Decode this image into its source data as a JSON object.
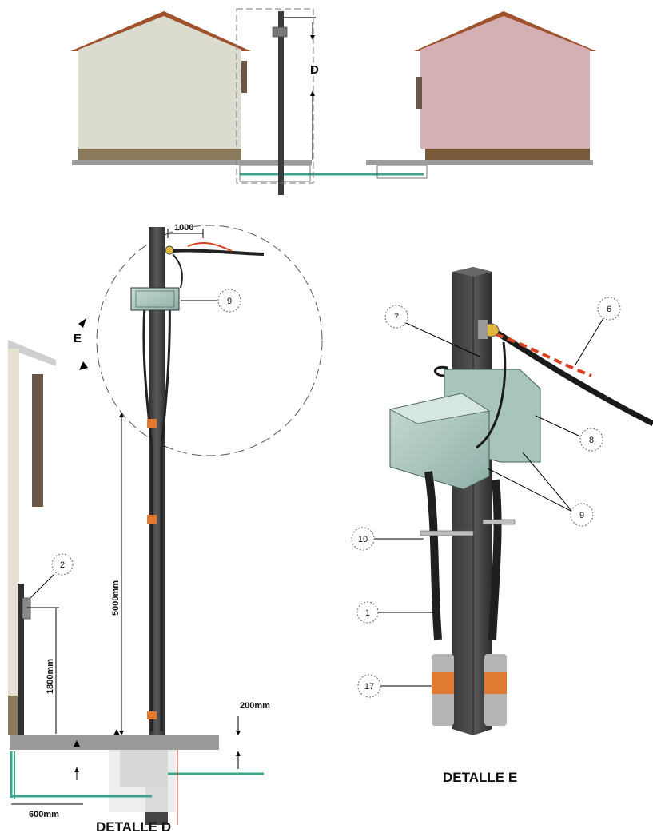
{
  "labels": {
    "detail_d_marker": "D",
    "detail_e_marker": "E",
    "dim_1000": "1000",
    "dim_5000": "5000mm",
    "dim_1800": "1800mm",
    "dim_200": "200mm",
    "dim_600": "600mm",
    "title_detail_d": "DETALLE  D",
    "title_detail_e": "DETALLE  E"
  },
  "callouts": {
    "c9_top": "9",
    "c2": "2",
    "c6": "6",
    "c7": "7",
    "c8": "8",
    "c9_right": "9",
    "c10": "10",
    "c1": "1",
    "c17": "17"
  },
  "colors": {
    "house_left_wall": "#dcdbd0",
    "house_right_wall": "#d4b0b4",
    "roof": "#a0522d",
    "foundation": "#8a7a5a",
    "ground": "#9b9b9b",
    "underground_cable": "#3aa58c",
    "pole": "#4a4a4a",
    "orange_band": "#e07a30",
    "box": "#a7c4bd",
    "cable": "#222222",
    "red_connector": "#d9401f"
  }
}
